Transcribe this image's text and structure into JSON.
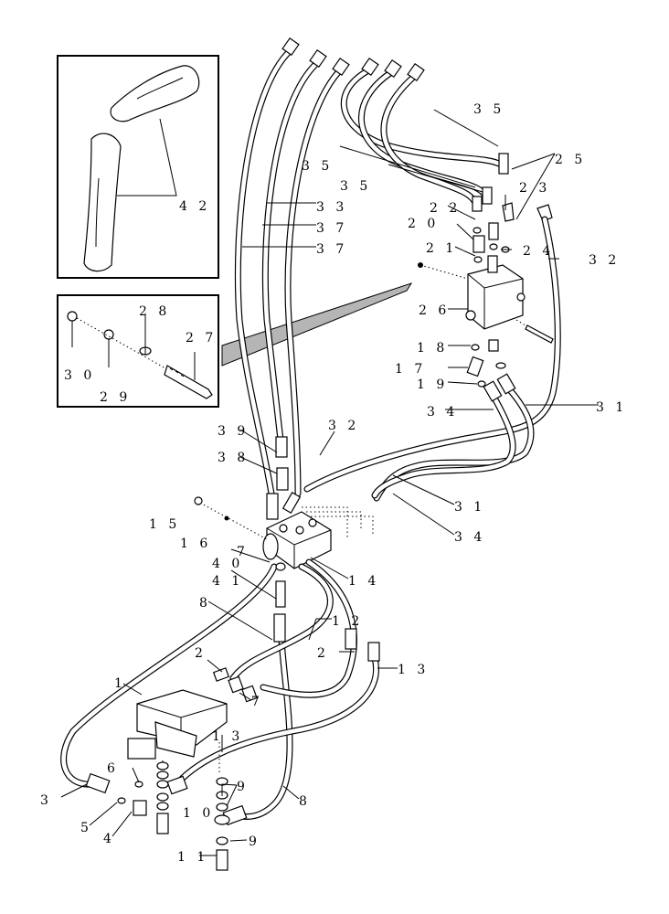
{
  "callouts": [
    {
      "id": "c42",
      "text": "4 2"
    },
    {
      "id": "c35a",
      "text": "3 5"
    },
    {
      "id": "c35b",
      "text": "3 5"
    },
    {
      "id": "c35c",
      "text": "3 5"
    },
    {
      "id": "c25",
      "text": "2 5"
    },
    {
      "id": "c23",
      "text": "2 3"
    },
    {
      "id": "c22",
      "text": "2 2"
    },
    {
      "id": "c33",
      "text": "3 3"
    },
    {
      "id": "c37a",
      "text": "3 7"
    },
    {
      "id": "c37b",
      "text": "3 7"
    },
    {
      "id": "c20",
      "text": "2 0"
    },
    {
      "id": "c21",
      "text": "2 1"
    },
    {
      "id": "c24",
      "text": "2 4"
    },
    {
      "id": "c32a",
      "text": "3 2"
    },
    {
      "id": "c26",
      "text": "2 6"
    },
    {
      "id": "c28",
      "text": "2 8"
    },
    {
      "id": "c27",
      "text": "2 7"
    },
    {
      "id": "c30",
      "text": "3 0"
    },
    {
      "id": "c29",
      "text": "2 9"
    },
    {
      "id": "c18",
      "text": "1 8"
    },
    {
      "id": "c17",
      "text": "1 7"
    },
    {
      "id": "c19",
      "text": "1 9"
    },
    {
      "id": "c34a",
      "text": "3 4"
    },
    {
      "id": "c31a",
      "text": "3 1"
    },
    {
      "id": "c39",
      "text": "3 9"
    },
    {
      "id": "c32b",
      "text": "3 2"
    },
    {
      "id": "c38",
      "text": "3 8"
    },
    {
      "id": "c31b",
      "text": "3 1"
    },
    {
      "id": "c34b",
      "text": "3 4"
    },
    {
      "id": "c15",
      "text": "1 5"
    },
    {
      "id": "c16",
      "text": "1 6"
    },
    {
      "id": "c7a",
      "text": "7"
    },
    {
      "id": "c40",
      "text": "4 0"
    },
    {
      "id": "c14",
      "text": "1 4"
    },
    {
      "id": "c41",
      "text": "4 1"
    },
    {
      "id": "c12",
      "text": "1 2"
    },
    {
      "id": "c8a",
      "text": "8"
    },
    {
      "id": "c2a",
      "text": "2"
    },
    {
      "id": "c2b",
      "text": "2"
    },
    {
      "id": "c13a",
      "text": "1 3"
    },
    {
      "id": "c1",
      "text": "1"
    },
    {
      "id": "c7b",
      "text": "7"
    },
    {
      "id": "c13b",
      "text": "1 3"
    },
    {
      "id": "c6",
      "text": "6"
    },
    {
      "id": "c9a",
      "text": "9"
    },
    {
      "id": "c3",
      "text": "3"
    },
    {
      "id": "c10",
      "text": "1 0"
    },
    {
      "id": "c8b",
      "text": "8"
    },
    {
      "id": "c5",
      "text": "5"
    },
    {
      "id": "c4",
      "text": "4"
    },
    {
      "id": "c9b",
      "text": "9"
    },
    {
      "id": "c11",
      "text": "1 1"
    }
  ]
}
